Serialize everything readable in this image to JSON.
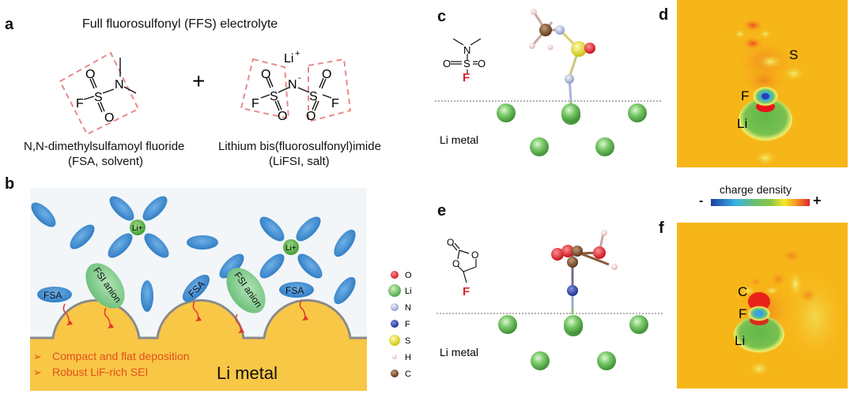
{
  "panels": {
    "a": {
      "label": "a",
      "title": "Full fluorosulfonyl (FFS) electrolyte",
      "plus": "+",
      "solvent": {
        "name_line1": "N,N-dimethylsulfamoyl fluoride",
        "name_line2": "(FSA, solvent)",
        "atoms": {
          "O": "O",
          "S": "S",
          "N": "N",
          "F": "F"
        }
      },
      "salt": {
        "name_line1": "Lithium bis(fluorosulfonyl)imide",
        "name_line2": "(LiFSI, salt)",
        "cation": "Li",
        "cation_charge": "+",
        "anion_charge": "-",
        "atoms": {
          "O": "O",
          "S": "S",
          "N": "N",
          "F": "F"
        }
      }
    },
    "b": {
      "label": "b",
      "li_ion": "Li+",
      "fsa_label": "FSA",
      "fsi_label": "FSI anion",
      "bullets": [
        "Compact and flat deposition",
        "Robust LiF-rich SEI"
      ],
      "bullet_marker": "➢",
      "substrate_label": "Li metal"
    },
    "legend": {
      "items": [
        {
          "symbol": "O",
          "color": "#e0222a"
        },
        {
          "symbol": "Li",
          "color": "#6dbd5a"
        },
        {
          "symbol": "N",
          "color": "#a9b4d8"
        },
        {
          "symbol": "F",
          "color": "#2a3f9e"
        },
        {
          "symbol": "S",
          "color": "#e6e023"
        },
        {
          "symbol": "H",
          "color": "#f2d0d0"
        },
        {
          "symbol": "C",
          "color": "#7a4a2a"
        }
      ]
    },
    "c": {
      "label": "c",
      "structure": {
        "N": "N",
        "S": "S",
        "O": "O",
        "F": "F"
      },
      "substrate_label": "Li metal"
    },
    "d": {
      "label": "d",
      "atom_labels": [
        "S",
        "F",
        "Li"
      ]
    },
    "e": {
      "label": "e",
      "structure": {
        "O": "O",
        "F": "F"
      },
      "substrate_label": "Li metal"
    },
    "f": {
      "label": "f",
      "atom_labels": [
        "C",
        "F",
        "Li"
      ]
    },
    "colorbar": {
      "title": "charge density",
      "min_label": "-",
      "max_label": "+"
    }
  },
  "colors": {
    "solvent_blue": "#3f8fd2",
    "anion_green": "#8fd19a",
    "li_green": "#5cb84a",
    "electrolyte_bg": "#f3f6f8",
    "metal_yellow": "#f9c746",
    "sei_gray": "#8a8a8a",
    "arrow_red": "#e03a2a",
    "bullet_orange": "#e0501e",
    "dash_pink": "#e88a8a",
    "density_bg": "#f7b618"
  }
}
